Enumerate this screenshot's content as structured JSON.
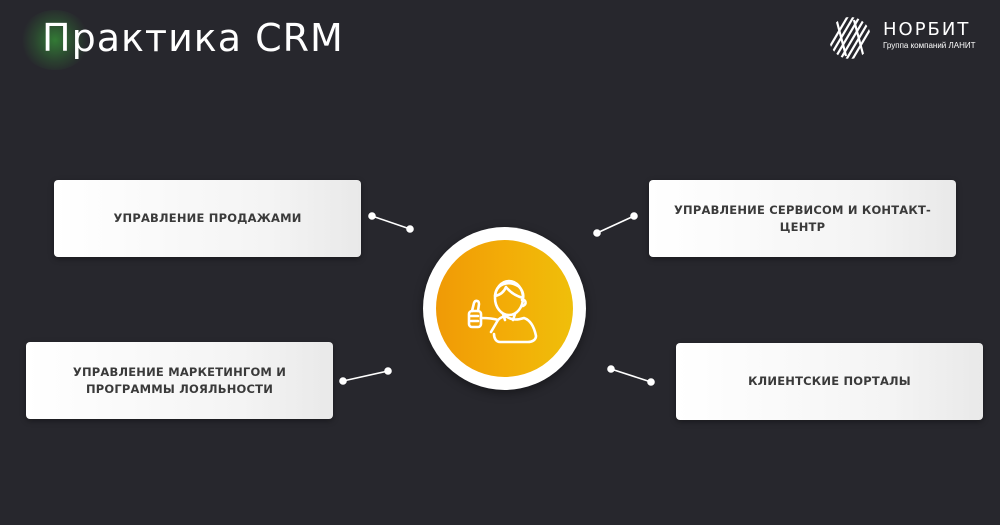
{
  "header": {
    "title": "Практика CRM"
  },
  "logo": {
    "name": "НОРБИТ",
    "tagline": "Группа компаний ЛАНИТ"
  },
  "diagram": {
    "center_icon": "thumbs-up-person-icon",
    "cards": [
      {
        "label": "Управление продажами"
      },
      {
        "label": "Управление сервисом и контакт-центр"
      },
      {
        "label": "Управление маркетингом и программы лояльности"
      },
      {
        "label": "Клиентские порталы"
      }
    ]
  },
  "colors": {
    "background": "#27272d",
    "hub_gradient_start": "#f09a06",
    "hub_gradient_end": "#efbf0a",
    "card_background": "#ffffff",
    "card_text": "#3a3a3a",
    "title_glow": "#3cbe3c"
  }
}
